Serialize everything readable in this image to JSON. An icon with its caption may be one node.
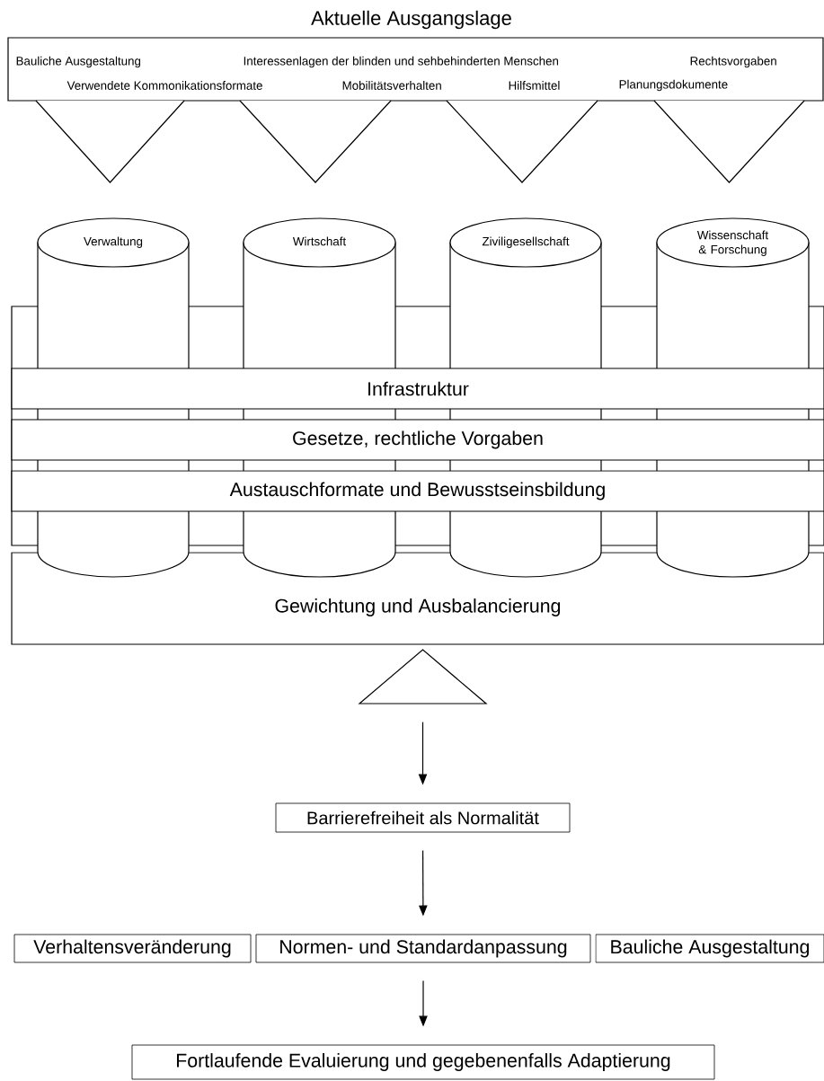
{
  "diagram": {
    "nodes": [
      {
        "text": [
          "Aktuelle Ausgangslage",
          "Bauliche Ausgestaltung",
          "Interessenlagen der blinden und sehbehinderten Menschen",
          "Rechtsvorgaben",
          "Verwendete Kommonikationsformate",
          "Mobilitätsverhalten",
          "Hilfsmittel",
          "Planungsdokumente"
        ]
      },
      {
        "text": [],
        "shape": "triangle"
      },
      {
        "text": [],
        "shape": "triangle"
      },
      {
        "text": [],
        "shape": "triangle"
      },
      {
        "text": [],
        "shape": "triangle"
      },
      {
        "text": [
          "Verwaltung"
        ]
      },
      {
        "text": [
          "Wirtschaft"
        ]
      },
      {
        "text": [
          "Ziviligesellschaft"
        ]
      },
      {
        "text": [
          "Wissenschaft & Forschung"
        ]
      },
      {
        "text": [
          "Infrastruktur"
        ]
      },
      {
        "text": [
          "Gesetze, rechtliche Vorgaben"
        ]
      },
      {
        "text": [
          "Austauschformate und Bewusstseinsbildung"
        ]
      },
      {
        "text": [
          "Gewichtung und Ausbalancierung"
        ]
      },
      {
        "text": [],
        "shape": "triangle"
      },
      {
        "text": [
          "Barrierefreiheit als Normalität"
        ]
      },
      {
        "text": [
          "Verhaltensveränderung"
        ]
      },
      {
        "text": [
          "Normen- und Standardanpassung"
        ]
      },
      {
        "text": [
          "Bauliche Ausgestaltung"
        ]
      },
      {
        "text": [
          "Fortlaufende Evaluierung und gegebenenfalls Adaptierung"
        ]
      }
    ],
    "edges": [
      {
        "from": 13,
        "to": 14,
        "arrow": "to"
      },
      {
        "from": 14,
        "to": 16,
        "arrow": "to"
      },
      {
        "from": 16,
        "to": 18,
        "arrow": "to"
      }
    ]
  }
}
